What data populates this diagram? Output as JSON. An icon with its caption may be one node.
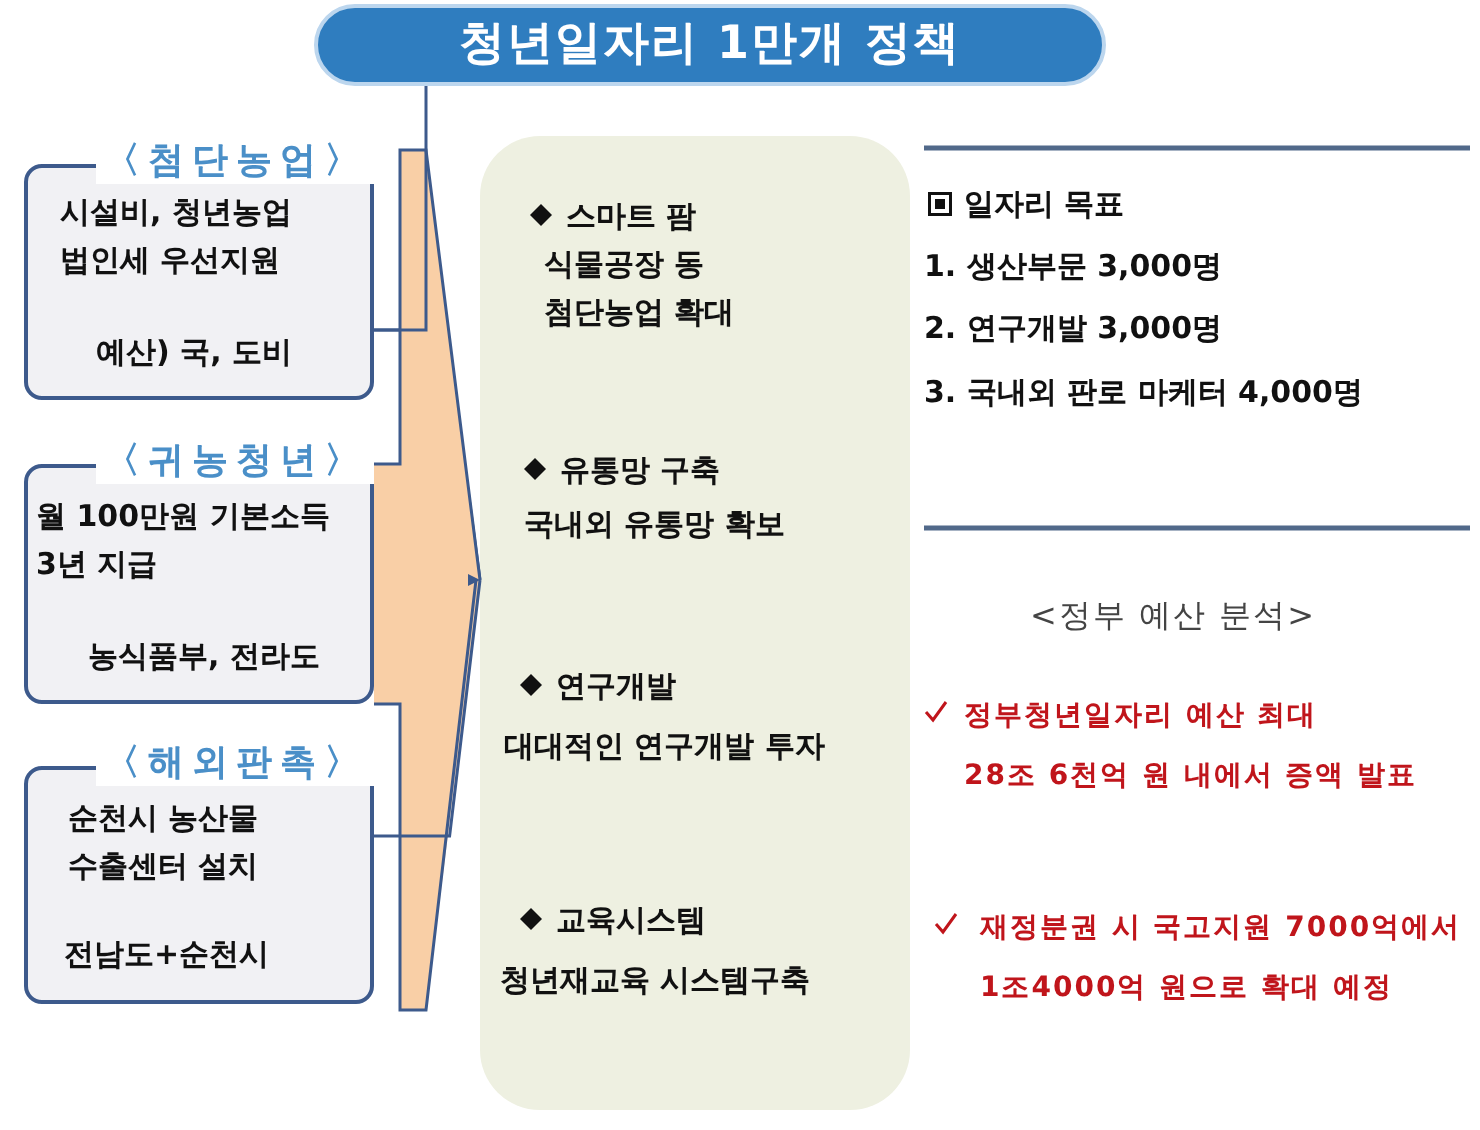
{
  "diagram": {
    "nodes": [
      {
        "text": [
          "청년일자리 1만개 정책"
        ]
      },
      {
        "text": [
          "〈첨단농업〉",
          "시설비, 청년농업 법인세 우선지원",
          "예산) 국, 도비"
        ]
      },
      {
        "text": [
          "〈귀농청년〉",
          "월 100만원 기본소득 3년 지급",
          "농식품부, 전라도"
        ]
      },
      {
        "text": [
          "〈해외판촉〉",
          "순천시 농산물 수출센터 설치",
          "전남도+순천시"
        ]
      },
      {
        "text": [
          "스마트 팜",
          "식물공장 동 첨단농업 확대",
          "유통망 구축",
          "국내외 유통망 확보",
          "연구개발",
          "대대적인 연구개발 투자",
          "교육시스템",
          "청년재교육 시스템구축"
        ]
      }
    ],
    "edges": [
      {
        "from": 0,
        "to": 1,
        "arrow": "none"
      },
      {
        "from": 1,
        "to": 4,
        "arrow": "none"
      },
      {
        "from": 2,
        "to": 4,
        "arrow": "to"
      },
      {
        "from": 3,
        "to": 4,
        "arrow": "none"
      }
    ],
    "labels": [
      "일자리 목표",
      "1. 생산부문 3,000명",
      "2. 연구개발 3,000명",
      "3. 국내외 판로 마케터 4,000명",
      "<정부 예산 분석>",
      "정부청년일자리 예산 최대",
      "28조 6천억 원 내에서 증액 발표",
      "재정분권 시 국고지원 7000억에서",
      "1조4000억 원으로 확대 예정"
    ]
  }
}
